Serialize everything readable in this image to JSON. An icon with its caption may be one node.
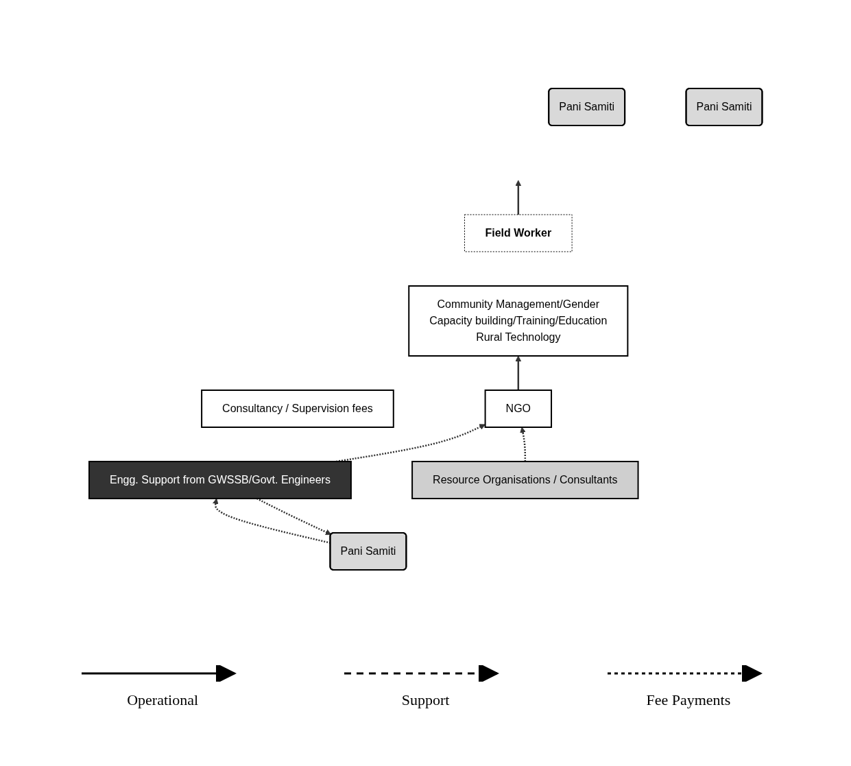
{
  "diagram": {
    "nodes": [
      {
        "text": [
          "Pani Samiti"
        ]
      },
      {
        "text": [
          "Pani Samiti"
        ]
      },
      {
        "text": [
          "Pani Samiti"
        ]
      },
      {
        "text": [
          "Consultancy / Supervision fees"
        ]
      },
      {
        "text": [
          "Field Worker"
        ]
      },
      {
        "text": [
          "Community Management/Gender",
          "Capacity building/Training/Education",
          "Rural Technology"
        ]
      },
      {
        "text": [
          "Engg. Support from GWSSB/Govt. Engineers"
        ]
      },
      {
        "text": [
          "NGO"
        ]
      },
      {
        "text": [
          "Resource Organisations / Consultants"
        ]
      }
    ],
    "edges": [
      {
        "from": 1,
        "to": 6,
        "arrow": "to",
        "style": "dashed"
      },
      {
        "from": 6,
        "to": 1,
        "arrow": "to",
        "style": "dashed"
      },
      {
        "from": 4,
        "to": null,
        "arrow": "to"
      },
      {
        "from": 7,
        "to": 5,
        "arrow": "to"
      },
      {
        "from": 6,
        "to": 7,
        "arrow": "to",
        "style": "dashed"
      },
      {
        "from": 8,
        "to": 7,
        "arrow": "to",
        "style": "dashed"
      }
    ],
    "legend": [
      {
        "text": "Operational"
      },
      {
        "text": "Support"
      },
      {
        "text": "Fee Payments"
      }
    ]
  }
}
